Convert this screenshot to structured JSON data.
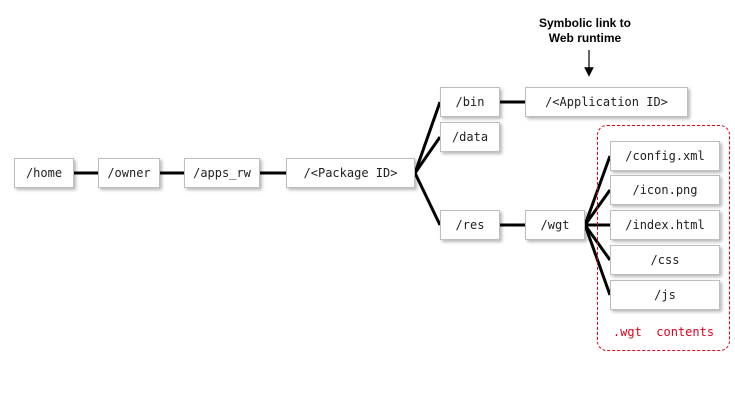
{
  "nodes": {
    "home": "/home",
    "owner": "/owner",
    "apps_rw": "/apps_rw",
    "package_id": "/<Package ID>",
    "bin": "/bin",
    "data": "/data",
    "res": "/res",
    "application_id": "/<Application ID>",
    "wgt": "/wgt",
    "config_xml": "/config.xml",
    "icon_png": "/icon.png",
    "index_html": "/index.html",
    "css": "/css",
    "js": "/js"
  },
  "annotation": {
    "line1": "Symbolic link to",
    "line2": "Web runtime"
  },
  "wgt_group_label": ".wgt  contents",
  "colors": {
    "connector": "#000000",
    "group_border": "#e0001b",
    "group_label": "#e0001b",
    "node_border": "#bdbdbd"
  }
}
